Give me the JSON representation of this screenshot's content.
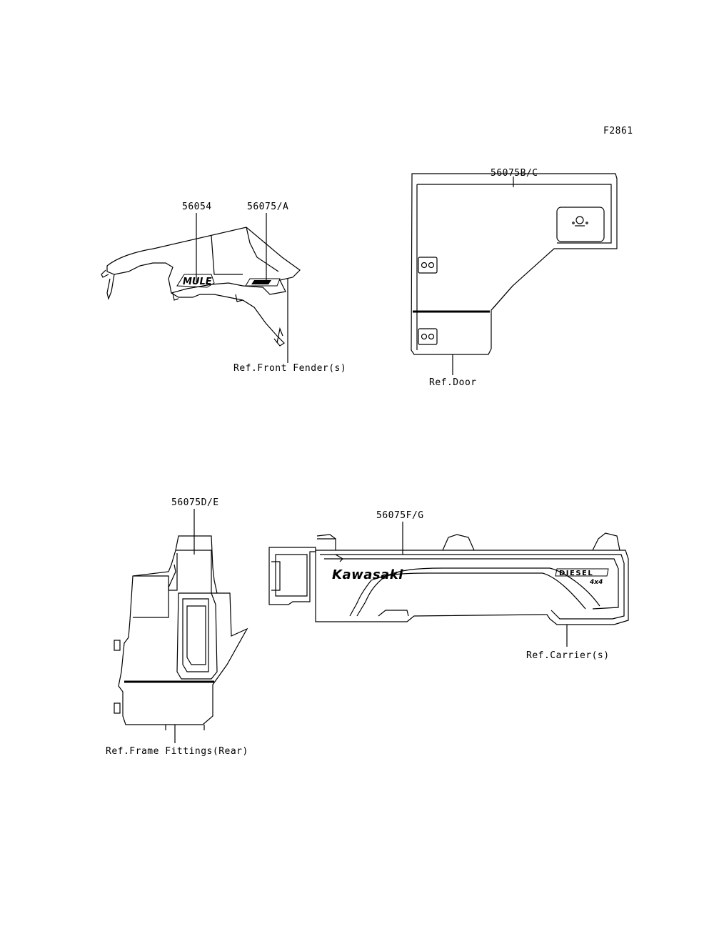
{
  "figure_id": "F2861",
  "callouts": {
    "front_fender_left": "56054",
    "front_fender_right": "56075/A",
    "door": "56075B/C",
    "frame_fittings": "56075D/E",
    "carrier": "56075F/G"
  },
  "refs": {
    "front_fender": "Ref.Front Fender(s)",
    "door": "Ref.Door",
    "frame_fittings": "Ref.Frame Fittings(Rear)",
    "carrier": "Ref.Carrier(s)"
  },
  "decal_text": {
    "mule_logo": "MULE",
    "brand": "Kawasaki",
    "diesel": "DIESEL",
    "drive": "4x4"
  }
}
